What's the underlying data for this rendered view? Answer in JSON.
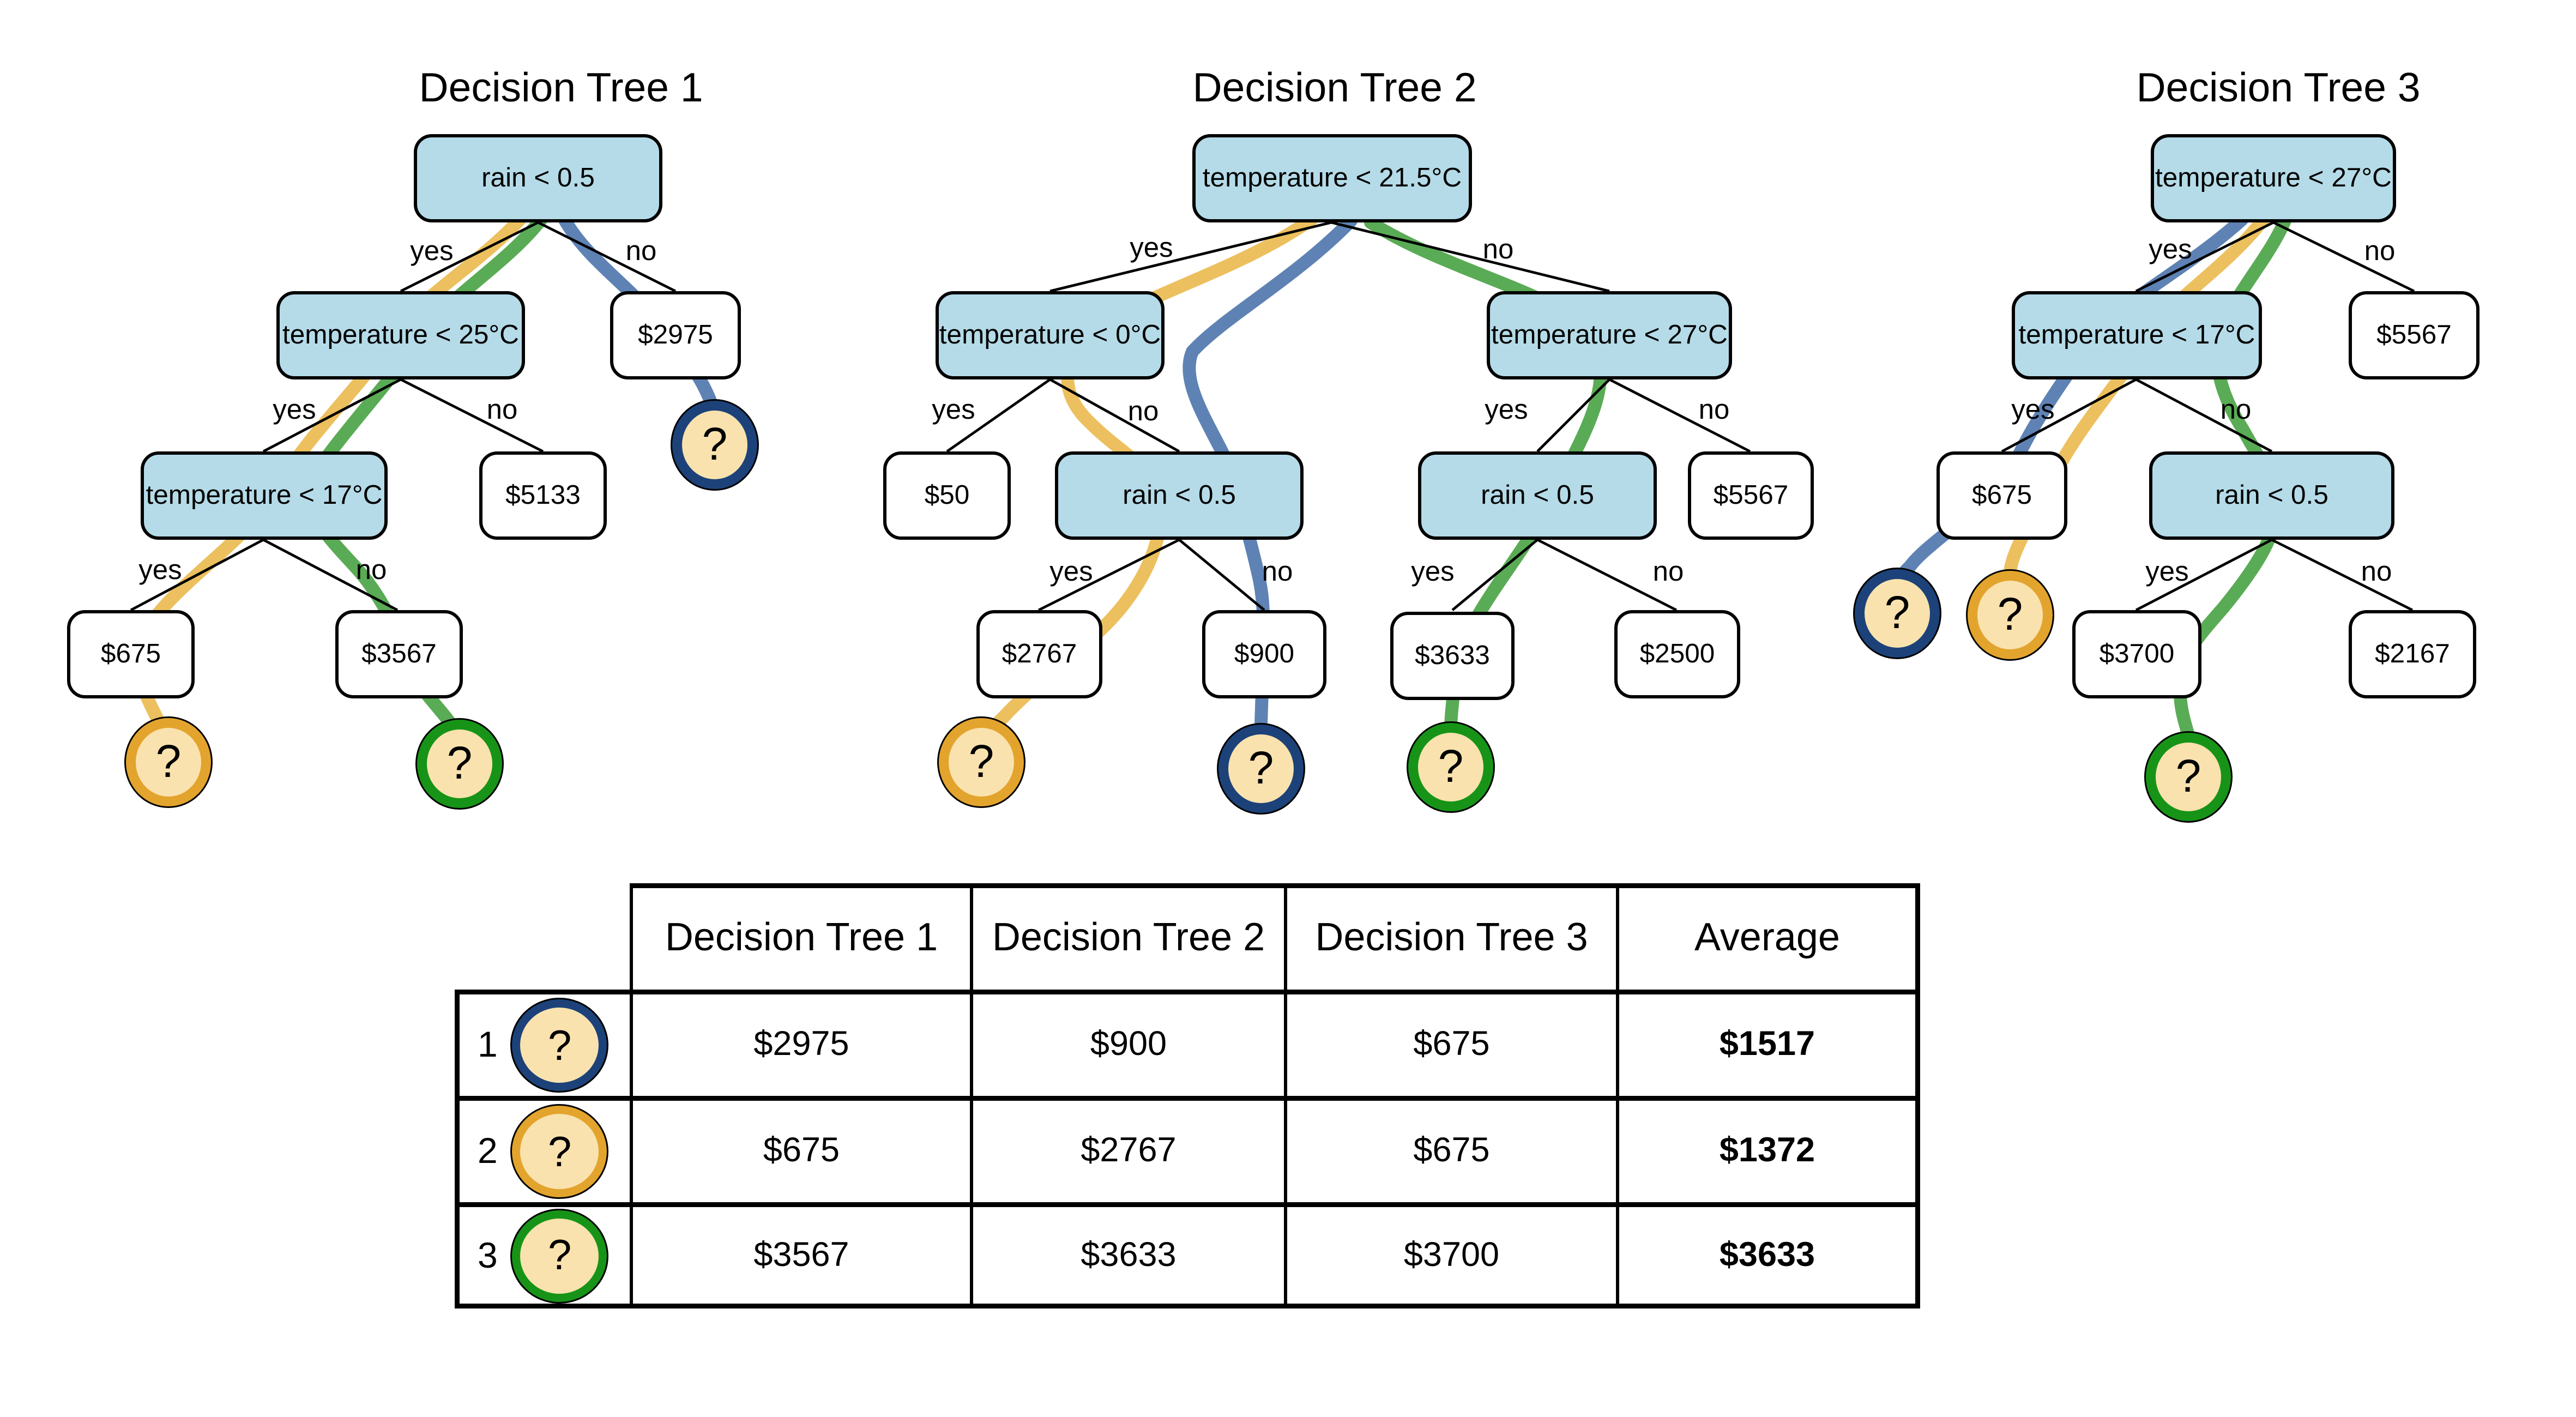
{
  "labels": {
    "yes": "yes",
    "no": "no",
    "unknown": "?"
  },
  "colors": {
    "decision_node_fill": "#b5dbe8",
    "leaf_node_fill": "#ffffff",
    "node_border": "#000000",
    "sample1_path_blue": "#5e82b4",
    "sample2_path_yellow": "#ecc05e",
    "sample3_path_green": "#5aab55",
    "circle_fill": "#f9e2ae",
    "circle_border_blue": "#1c4279",
    "circle_border_yellow": "#e3a42d",
    "circle_border_green": "#179417"
  },
  "trees": [
    {
      "title": "Decision Tree 1",
      "nodes": {
        "root": "rain < 0.5",
        "temp25": "temperature < 25°C",
        "v2975": "$2975",
        "temp17": "temperature < 17°C",
        "v5133": "$5133",
        "v675": "$675",
        "v3567": "$3567"
      }
    },
    {
      "title": "Decision Tree 2",
      "nodes": {
        "root": "temperature < 21.5°C",
        "temp0": "temperature < 0°C",
        "temp27": "temperature < 27°C",
        "v50": "$50",
        "rain_left": "rain < 0.5",
        "rain_right": "rain < 0.5",
        "v5567": "$5567",
        "v2767": "$2767",
        "v900": "$900",
        "v3633": "$3633",
        "v2500": "$2500"
      }
    },
    {
      "title": "Decision Tree 3",
      "nodes": {
        "root": "temperature < 27°C",
        "temp17": "temperature < 17°C",
        "v5567": "$5567",
        "v675": "$675",
        "rain": "rain < 0.5",
        "v3700": "$3700",
        "v2167": "$2167"
      }
    }
  ],
  "table": {
    "headers": [
      "Decision Tree 1",
      "Decision Tree 2",
      "Decision Tree 3",
      "Average"
    ],
    "rows": [
      {
        "index": "1",
        "marker": "blue",
        "tree1": "$2975",
        "tree2": "$900",
        "tree3": "$675",
        "average": "$1517"
      },
      {
        "index": "2",
        "marker": "yellow",
        "tree1": "$675",
        "tree2": "$2767",
        "tree3": "$675",
        "average": "$1372"
      },
      {
        "index": "3",
        "marker": "green",
        "tree1": "$3567",
        "tree2": "$3633",
        "tree3": "$3700",
        "average": "$3633"
      }
    ]
  }
}
